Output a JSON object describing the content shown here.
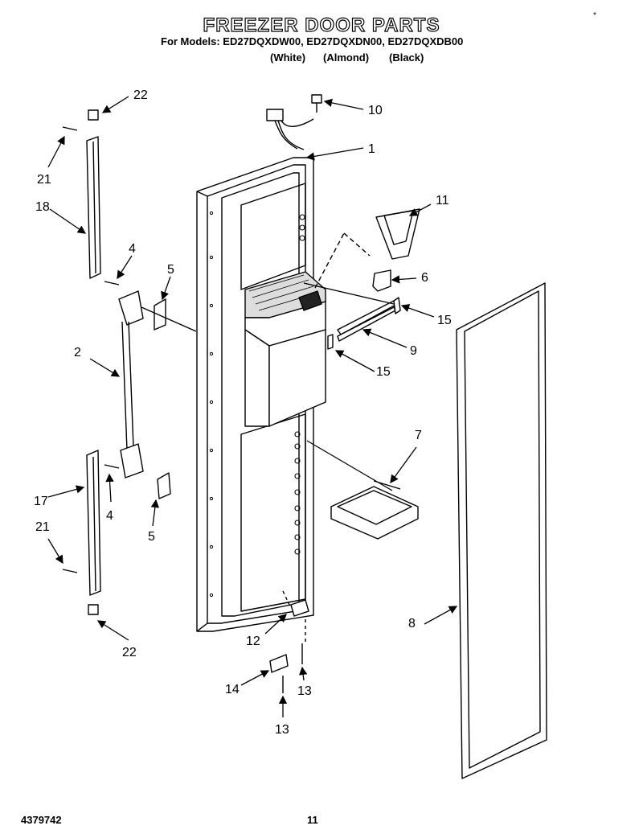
{
  "title": "FREEZER DOOR PARTS",
  "models_line": "For Models: ED27DQXDW00, ED27DQXDN00, ED27DQXDB00",
  "colors": [
    "(White)",
    "(Almond)",
    "(Black)"
  ],
  "corner_mark": "*",
  "part_number": "4379742",
  "page_number": "11",
  "callouts": [
    "22",
    "10",
    "1",
    "21",
    "18",
    "11",
    "4",
    "5",
    "6",
    "15",
    "2",
    "9",
    "15",
    "7",
    "17",
    "4",
    "5",
    "21",
    "8",
    "12",
    "22",
    "14",
    "13",
    "13"
  ]
}
